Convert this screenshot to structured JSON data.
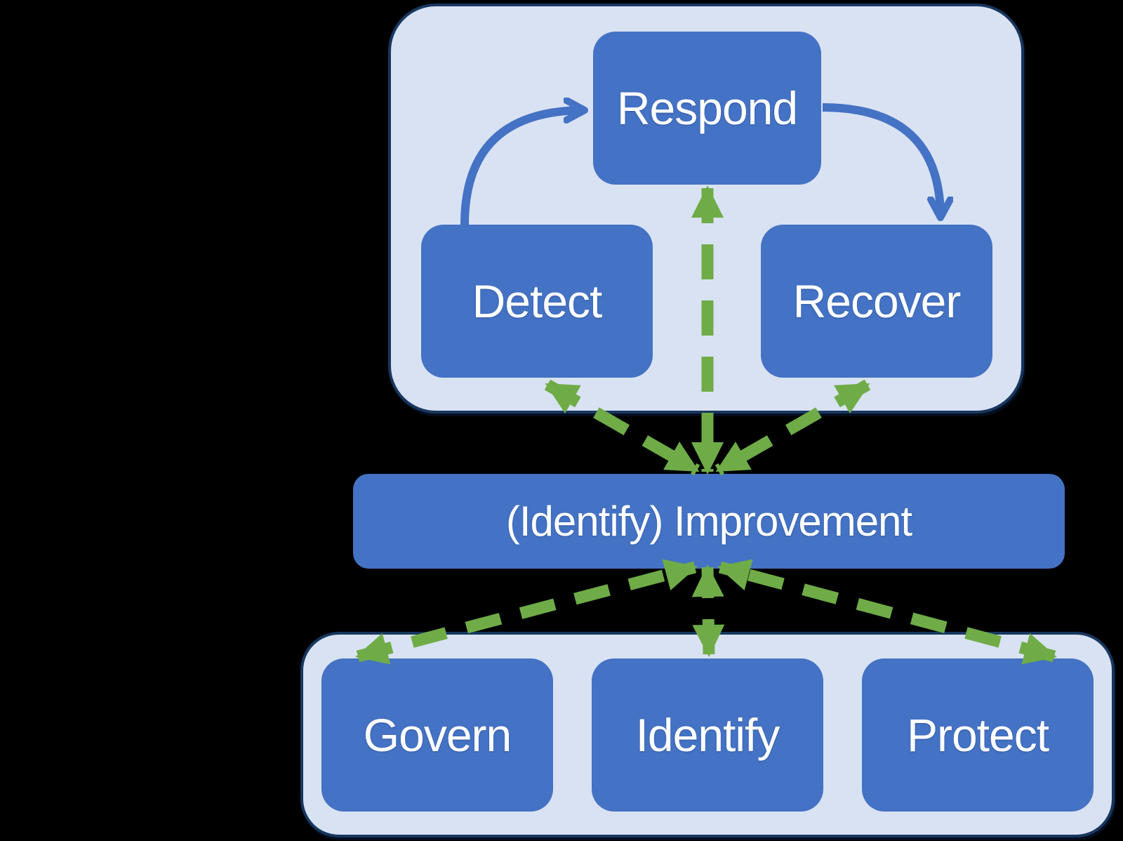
{
  "diagram": {
    "type": "cybersecurity-framework-flow",
    "nodes": {
      "respond": {
        "label": "Respond"
      },
      "detect": {
        "label": "Detect"
      },
      "recover": {
        "label": "Recover"
      },
      "improvement": {
        "label": "(Identify) Improvement"
      },
      "govern": {
        "label": "Govern"
      },
      "identify": {
        "label": "Identify"
      },
      "protect": {
        "label": "Protect"
      }
    },
    "groups": [
      {
        "name": "response-group",
        "members": [
          "Detect",
          "Respond",
          "Recover"
        ]
      },
      {
        "name": "foundation-group",
        "members": [
          "Govern",
          "Identify",
          "Protect"
        ]
      }
    ],
    "connectors": [
      {
        "from": "Detect",
        "to": "Respond",
        "style": "solid-curve",
        "color": "blue",
        "direction": "one-way"
      },
      {
        "from": "Respond",
        "to": "Recover",
        "style": "solid-curve",
        "color": "blue",
        "direction": "one-way"
      },
      {
        "from": "Respond",
        "to": "Improvement",
        "style": "dashed",
        "color": "green",
        "direction": "two-way"
      },
      {
        "from": "Detect",
        "to": "Improvement",
        "style": "dashed",
        "color": "green",
        "direction": "two-way"
      },
      {
        "from": "Recover",
        "to": "Improvement",
        "style": "dashed",
        "color": "green",
        "direction": "two-way"
      },
      {
        "from": "Govern",
        "to": "Improvement",
        "style": "dashed",
        "color": "green",
        "direction": "two-way"
      },
      {
        "from": "Identify",
        "to": "Improvement",
        "style": "dashed",
        "color": "green",
        "direction": "two-way"
      },
      {
        "from": "Protect",
        "to": "Improvement",
        "style": "dashed",
        "color": "green",
        "direction": "two-way"
      }
    ],
    "colors": {
      "node_blue": "#4472C4",
      "group_fill": "#D9E2F3",
      "group_border": "#17375E",
      "arrow_green": "#6FAC47",
      "arrow_blue": "#4472C4",
      "text": "#FFFFFF",
      "background": "#000000"
    }
  }
}
